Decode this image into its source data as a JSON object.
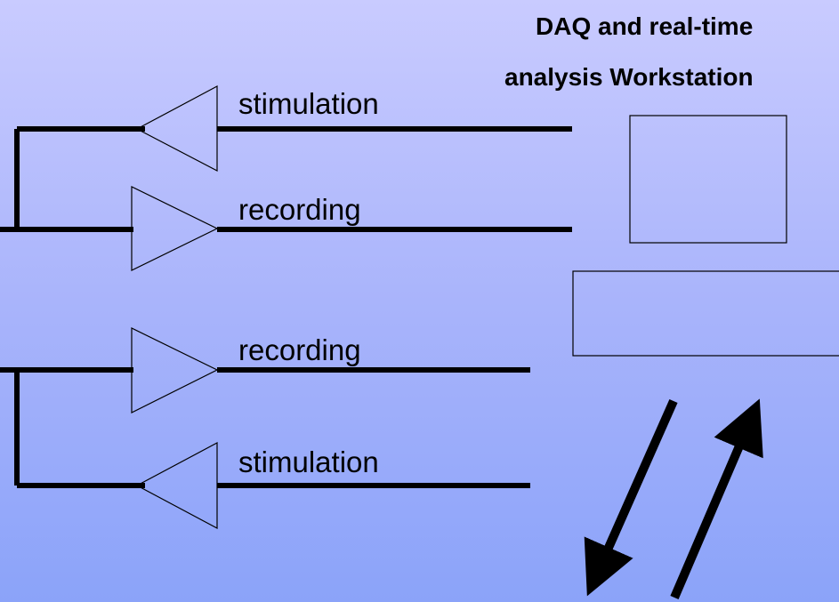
{
  "workstation": {
    "title_line1": "DAQ and real-time",
    "title_line2": "analysis Workstation"
  },
  "channels": [
    {
      "label": "stimulation",
      "direction": "stimulation"
    },
    {
      "label": "recording",
      "direction": "recording"
    },
    {
      "label": "recording",
      "direction": "recording"
    },
    {
      "label": "stimulation",
      "direction": "stimulation"
    }
  ],
  "colors": {
    "background_top": "#c9cbff",
    "background_bottom": "#8ba3f9",
    "stroke": "#000000"
  }
}
